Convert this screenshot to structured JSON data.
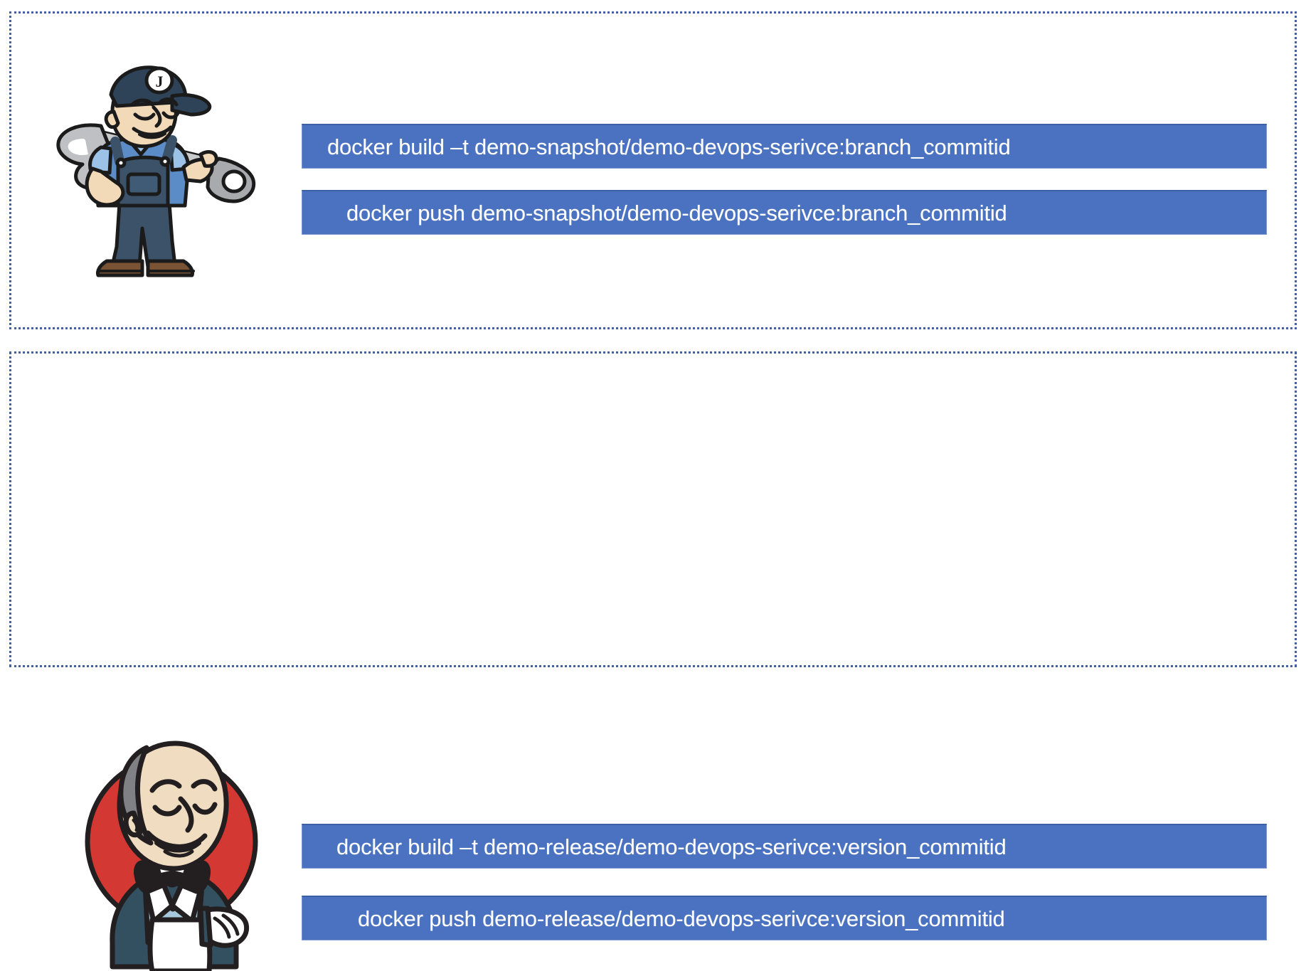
{
  "page": {
    "title": "Docker image build and push commands by environment",
    "background_color": "#FFFFFF"
  },
  "theme": {
    "panel_border_color": "#43619E",
    "bar_fill_color": "#4A72C0",
    "bar_border_color": "#7C96CE",
    "bar_top_edge_color": "#3C5EA3",
    "bar_text_color": "#FFFFFF"
  },
  "panels": [
    {
      "id": "snapshot",
      "name": "snapshot-panel",
      "mascot": {
        "name": "mechanic-with-wrench-icon",
        "label": "Mechanic holding wrench, cap with letter J",
        "cap_letter": "J",
        "colors": {
          "cap": "#2E4258",
          "overalls": "#3B5269",
          "shirt": "#5B8CC8",
          "skin": "#F2D9B8",
          "wrench": "#A9AAAE",
          "boots": "#7A5334",
          "outline": "#1B1B1B"
        }
      },
      "commands": [
        {
          "id": "snapshot-build",
          "name": "docker-build-snapshot-command",
          "text": "docker build –t  demo-snapshot/demo-devops-serivce:branch_commitid"
        },
        {
          "id": "snapshot-push",
          "name": "docker-push-snapshot-command",
          "text": "docker push demo-snapshot/demo-devops-serivce:branch_commitid"
        }
      ]
    },
    {
      "id": "release",
      "name": "release-panel",
      "mascot": {
        "name": "jenkins-butler-icon",
        "label": "Jenkins butler logo with red circle background",
        "colors": {
          "circle": "#D33833",
          "suit": "#335061",
          "vest": "#A7C7DB",
          "bowtie_red": "#D33833",
          "bowtie_dark": "#1B1B1B",
          "skin": "#F0DCC0",
          "hair": "#808184",
          "towel": "#FFFFFF",
          "outline": "#231F20"
        }
      },
      "commands": [
        {
          "id": "release-build",
          "name": "docker-build-release-command",
          "text": "docker build –t  demo-release/demo-devops-serivce:version_commitid"
        },
        {
          "id": "release-push",
          "name": "docker-push-release-command",
          "text": "docker push demo-release/demo-devops-serivce:version_commitid"
        }
      ]
    }
  ]
}
